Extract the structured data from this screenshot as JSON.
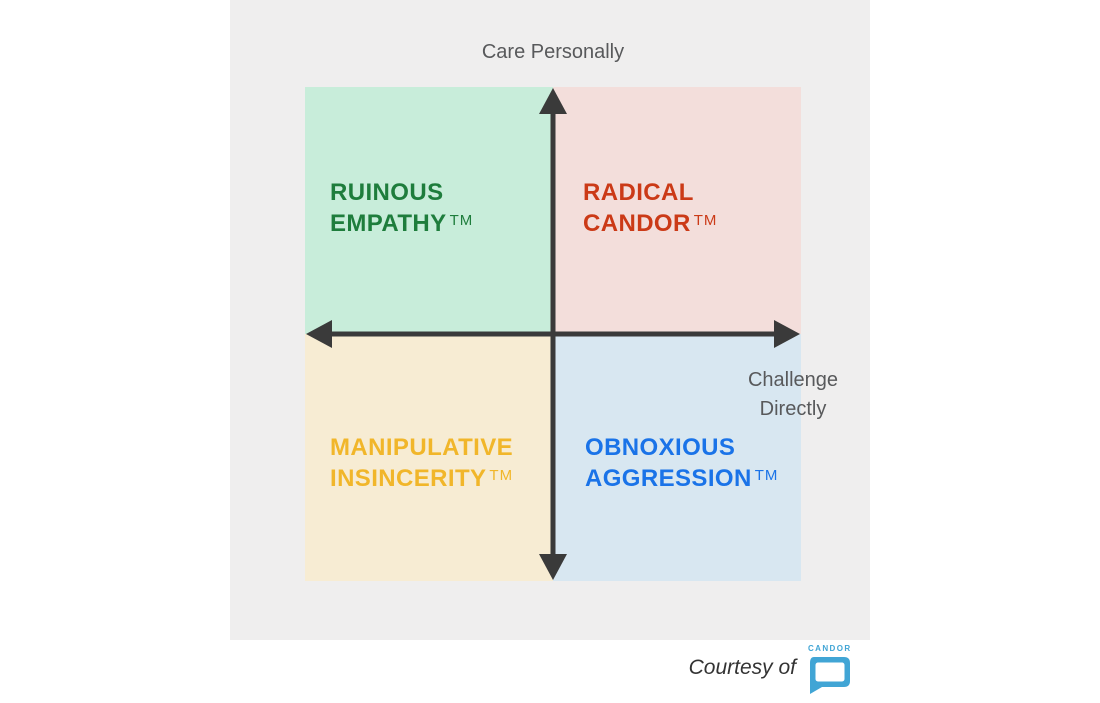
{
  "diagram": {
    "title_context": "Radical Candor 2x2 framework",
    "panel_background": "#efeeee",
    "axes": {
      "vertical_axis_label": "Care Personally",
      "horizontal_axis_label_line1": "Challenge",
      "horizontal_axis_label_line2": "Directly",
      "axis_color": "#3a3a3a",
      "axis_label_color": "#58595b"
    },
    "quadrants": {
      "top_left": {
        "line1": "RUINOUS",
        "line2": "EMPATHY",
        "tm": "TM",
        "text_color": "#1e7d3c",
        "bg_color": "#c8edda"
      },
      "top_right": {
        "line1": "RADICAL",
        "line2": "CANDOR",
        "tm": "TM",
        "text_color": "#cb3a17",
        "bg_color": "#f3dedb"
      },
      "bottom_left": {
        "line1": "MANIPULATIVE",
        "line2": "INSINCERITY",
        "tm": "TM",
        "text_color": "#f1b62a",
        "bg_color": "#f7ecd3"
      },
      "bottom_right": {
        "line1": "OBNOXIOUS",
        "line2": "AGGRESSION",
        "tm": "TM",
        "text_color": "#1a73e8",
        "bg_color": "#d8e7f1"
      }
    },
    "footer": {
      "courtesy_text": "Courtesy of",
      "logo_text": "CANDOR",
      "logo_color": "#41a5d5"
    }
  }
}
